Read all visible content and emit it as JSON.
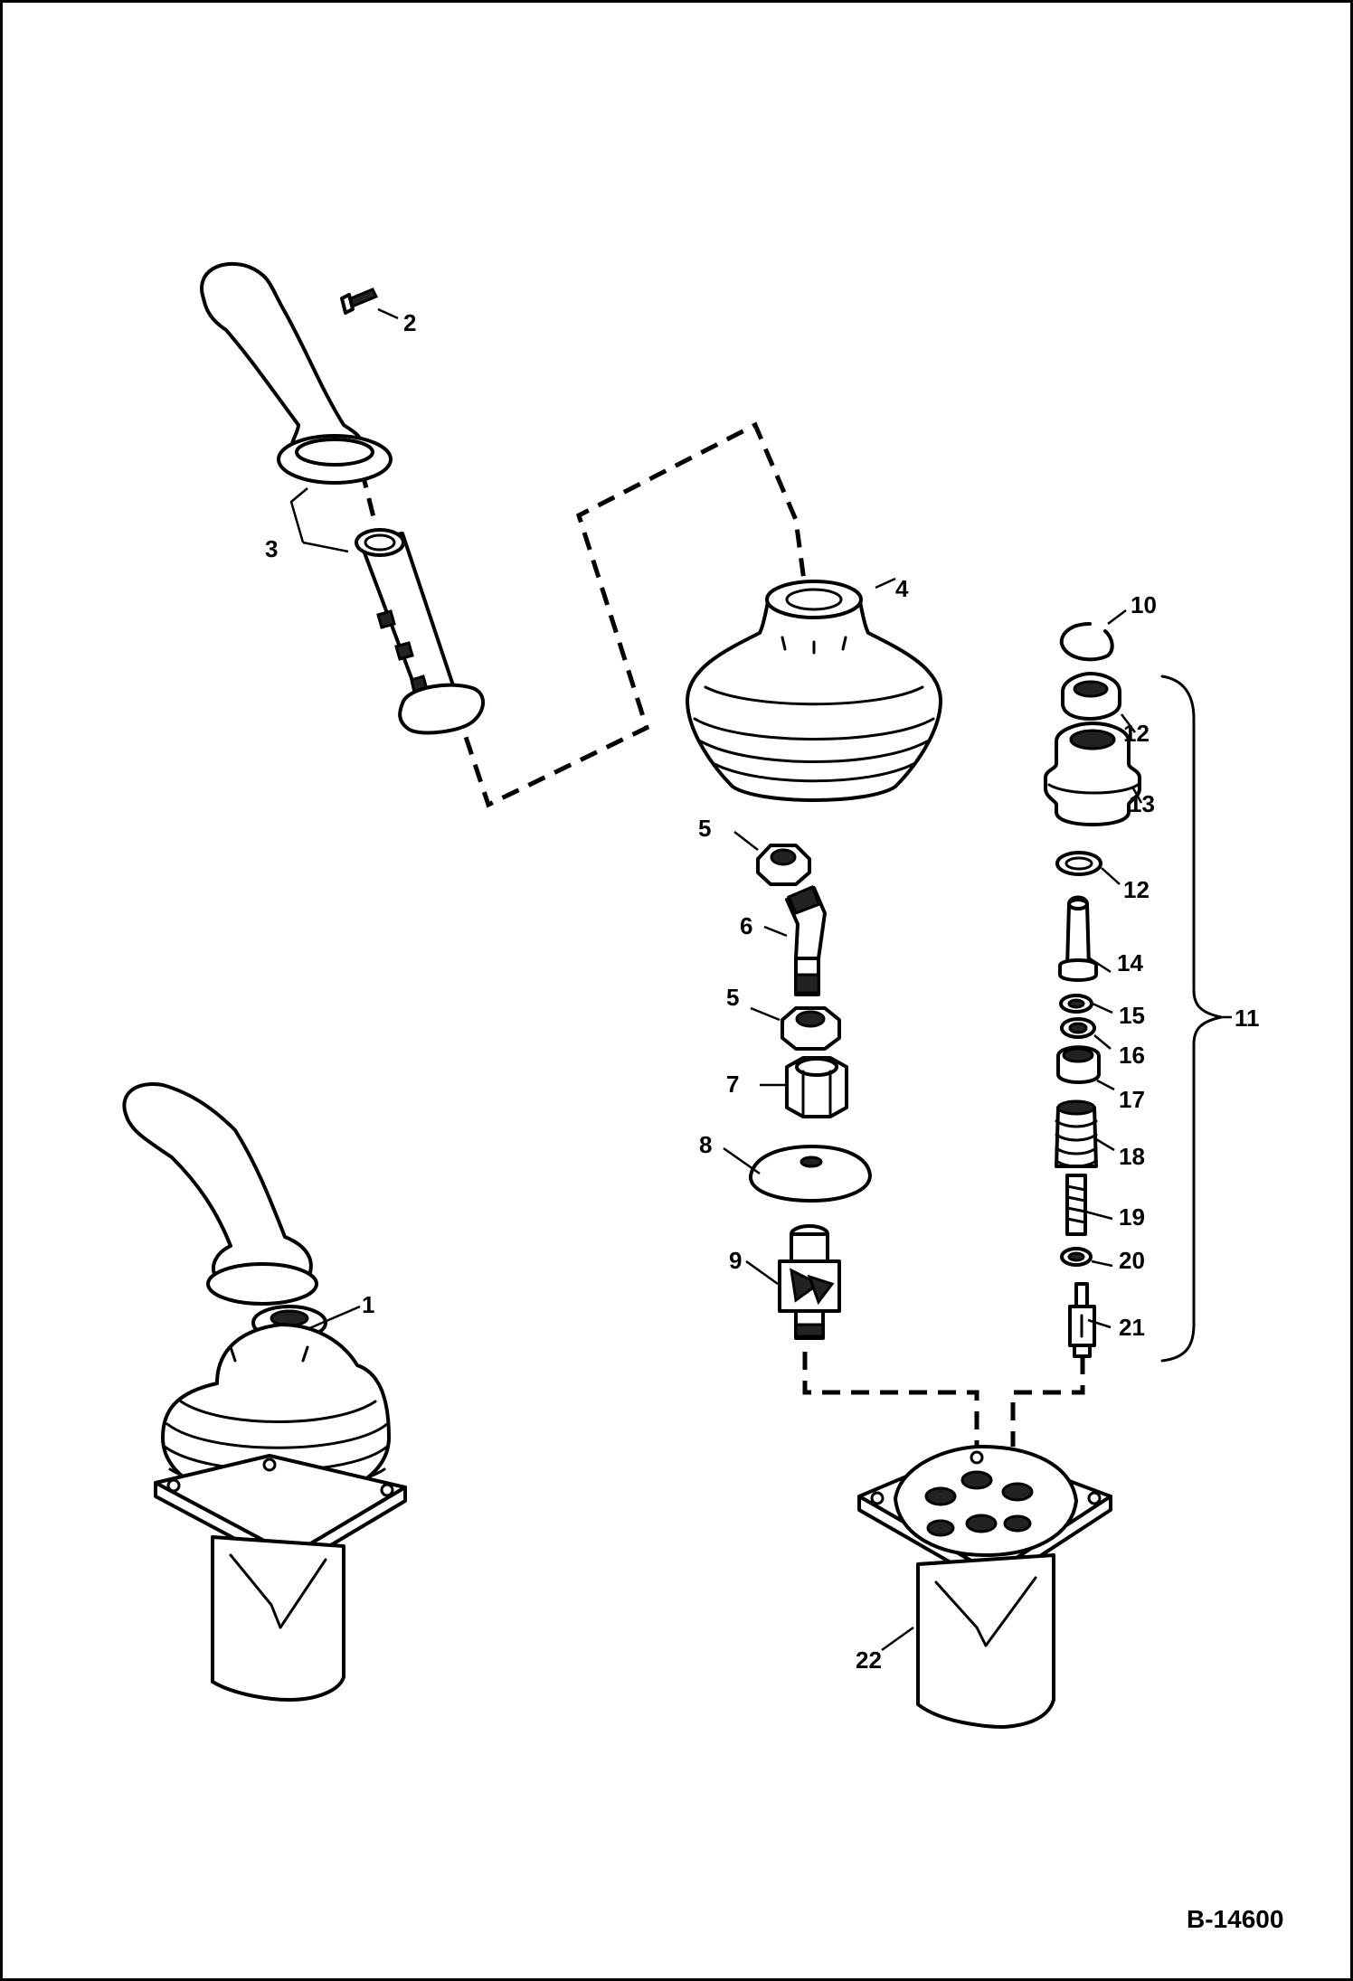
{
  "diagram": {
    "reference": "B-14600",
    "callouts": {
      "c1": "1",
      "c2": "2",
      "c3": "3",
      "c4": "4",
      "c5a": "5",
      "c5b": "5",
      "c6": "6",
      "c7": "7",
      "c8": "8",
      "c9": "9",
      "c10": "10",
      "c11": "11",
      "c12a": "12",
      "c12b": "12",
      "c13": "13",
      "c14": "14",
      "c15": "15",
      "c16": "16",
      "c17": "17",
      "c18": "18",
      "c19": "19",
      "c20": "20",
      "c21": "21",
      "c22": "22"
    }
  }
}
